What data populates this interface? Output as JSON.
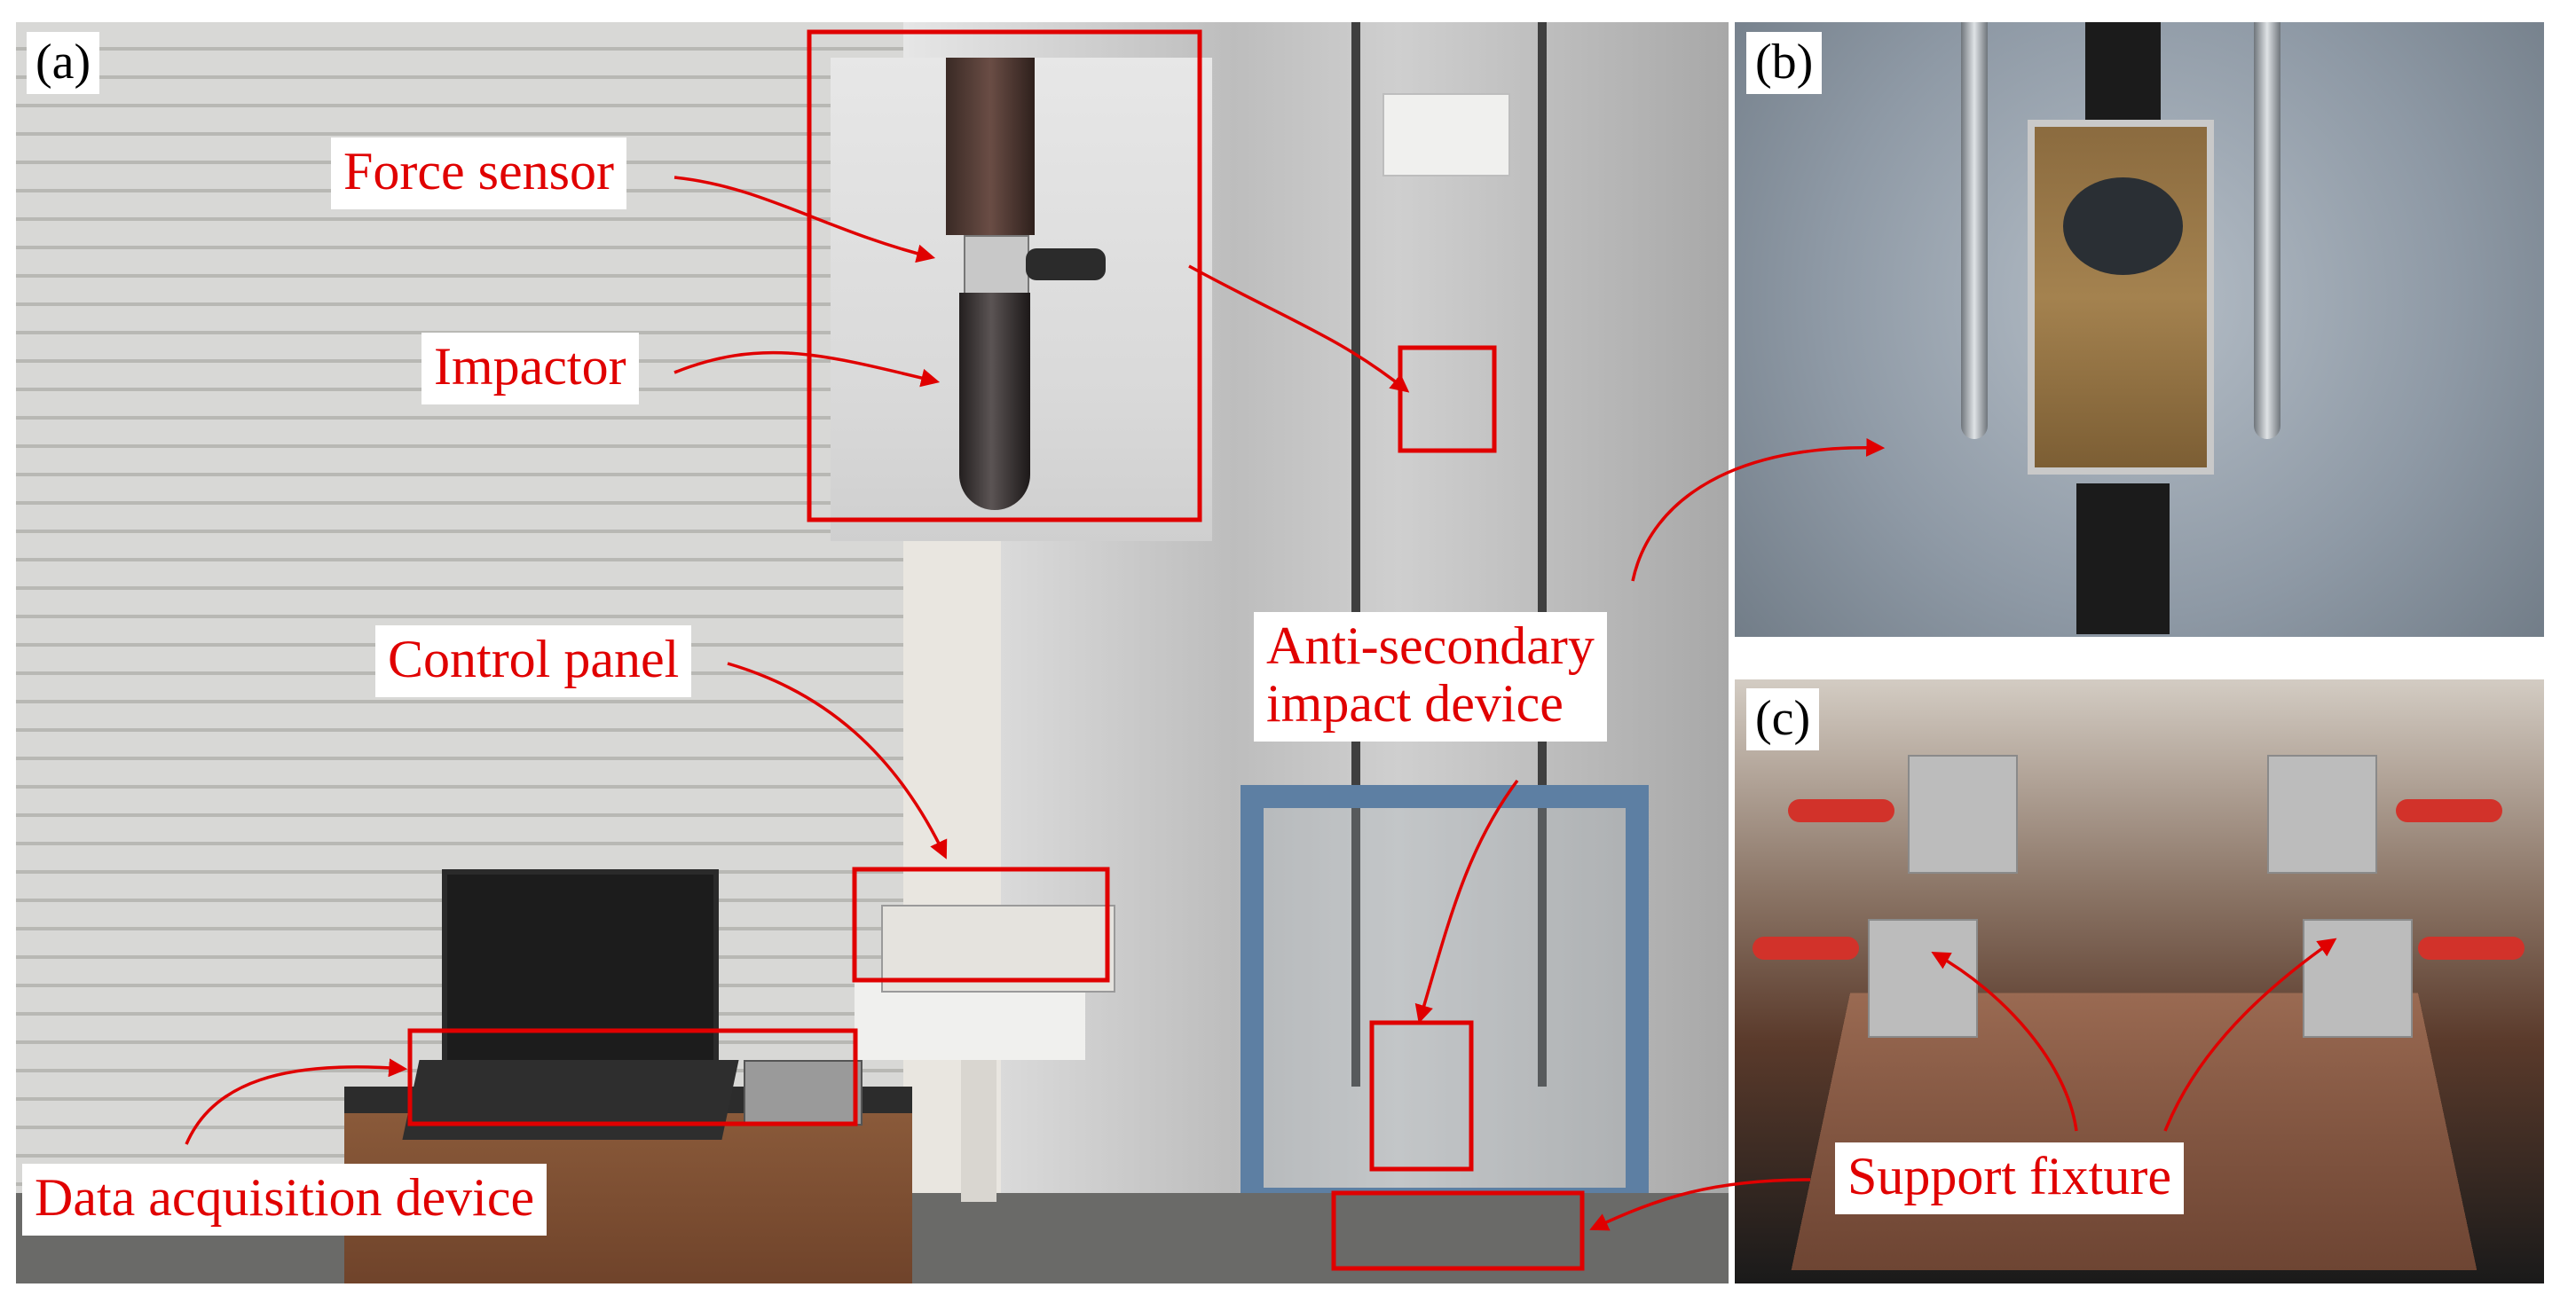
{
  "panels": {
    "a": {
      "label": "(a)"
    },
    "b": {
      "label": "(b)"
    },
    "c": {
      "label": "(c)"
    }
  },
  "callouts": {
    "force_sensor": "Force sensor",
    "impactor": "Impactor",
    "control_panel": "Control panel",
    "anti_secondary": {
      "line1": "Anti-secondary",
      "line2": "impact device"
    },
    "data_acquisition": "Data acquisition device",
    "support_fixture": "Support fixture"
  },
  "colors": {
    "highlight": "#e00000",
    "label_background": "#ffffff",
    "panel_label_text": "#000000"
  }
}
